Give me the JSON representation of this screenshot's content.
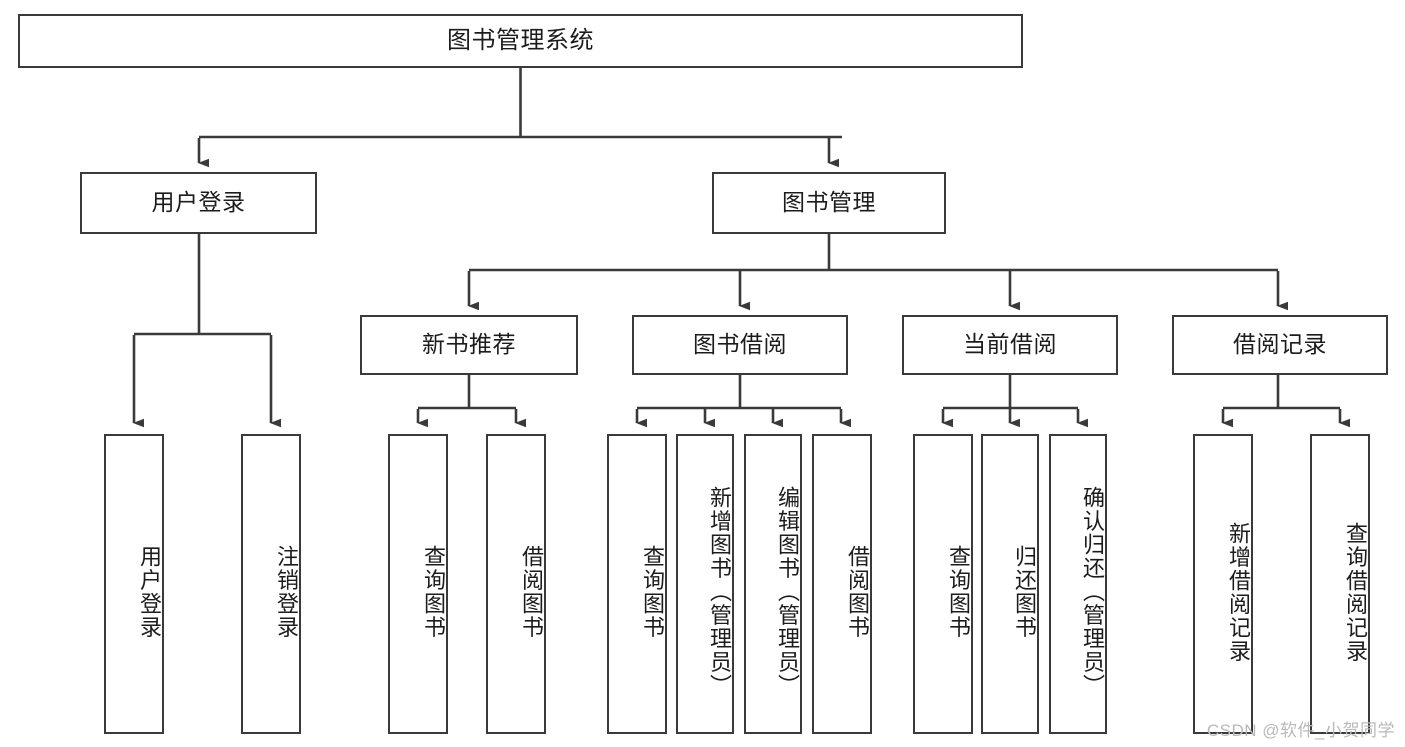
{
  "diagram": {
    "title": "图书管理系统",
    "watermark": "CSDN @软件_小贺同学",
    "stroke_color": "#3a3a3a",
    "background_color": "#ffffff",
    "text_color": "#1c1c1c",
    "watermark_color": "#b9b9b9"
  },
  "levels": {
    "level1": [
      {
        "id": "user-login",
        "label": "用户登录"
      },
      {
        "id": "book-manage",
        "label": "图书管理"
      }
    ],
    "level2": [
      {
        "id": "new-book-recommend",
        "label": "新书推荐"
      },
      {
        "id": "book-borrow",
        "label": "图书借阅"
      },
      {
        "id": "current-borrow",
        "label": "当前借阅"
      },
      {
        "id": "borrow-record",
        "label": "借阅记录"
      }
    ],
    "leaves": {
      "user_login": [
        {
          "id": "leaf-user-login",
          "label": "用户登录"
        },
        {
          "id": "leaf-logout",
          "label": "注销登录"
        }
      ],
      "new_book_recommend": [
        {
          "id": "leaf-query-book-1",
          "label": "查询图书"
        },
        {
          "id": "leaf-borrow-book-1",
          "label": "借阅图书"
        }
      ],
      "book_borrow": [
        {
          "id": "leaf-query-book-2",
          "label": "查询图书"
        },
        {
          "id": "leaf-add-book",
          "label": "新增图书（管理员）"
        },
        {
          "id": "leaf-edit-book",
          "label": "编辑图书（管理员）"
        },
        {
          "id": "leaf-borrow-book-2",
          "label": "借阅图书"
        }
      ],
      "current_borrow": [
        {
          "id": "leaf-query-book-3",
          "label": "查询图书"
        },
        {
          "id": "leaf-return-book",
          "label": "归还图书"
        },
        {
          "id": "leaf-confirm-return",
          "label": "确认归还（管理员）"
        }
      ],
      "borrow_record": [
        {
          "id": "leaf-add-record",
          "label": "新增借阅记录"
        },
        {
          "id": "leaf-query-record",
          "label": "查询借阅记录"
        }
      ]
    }
  }
}
